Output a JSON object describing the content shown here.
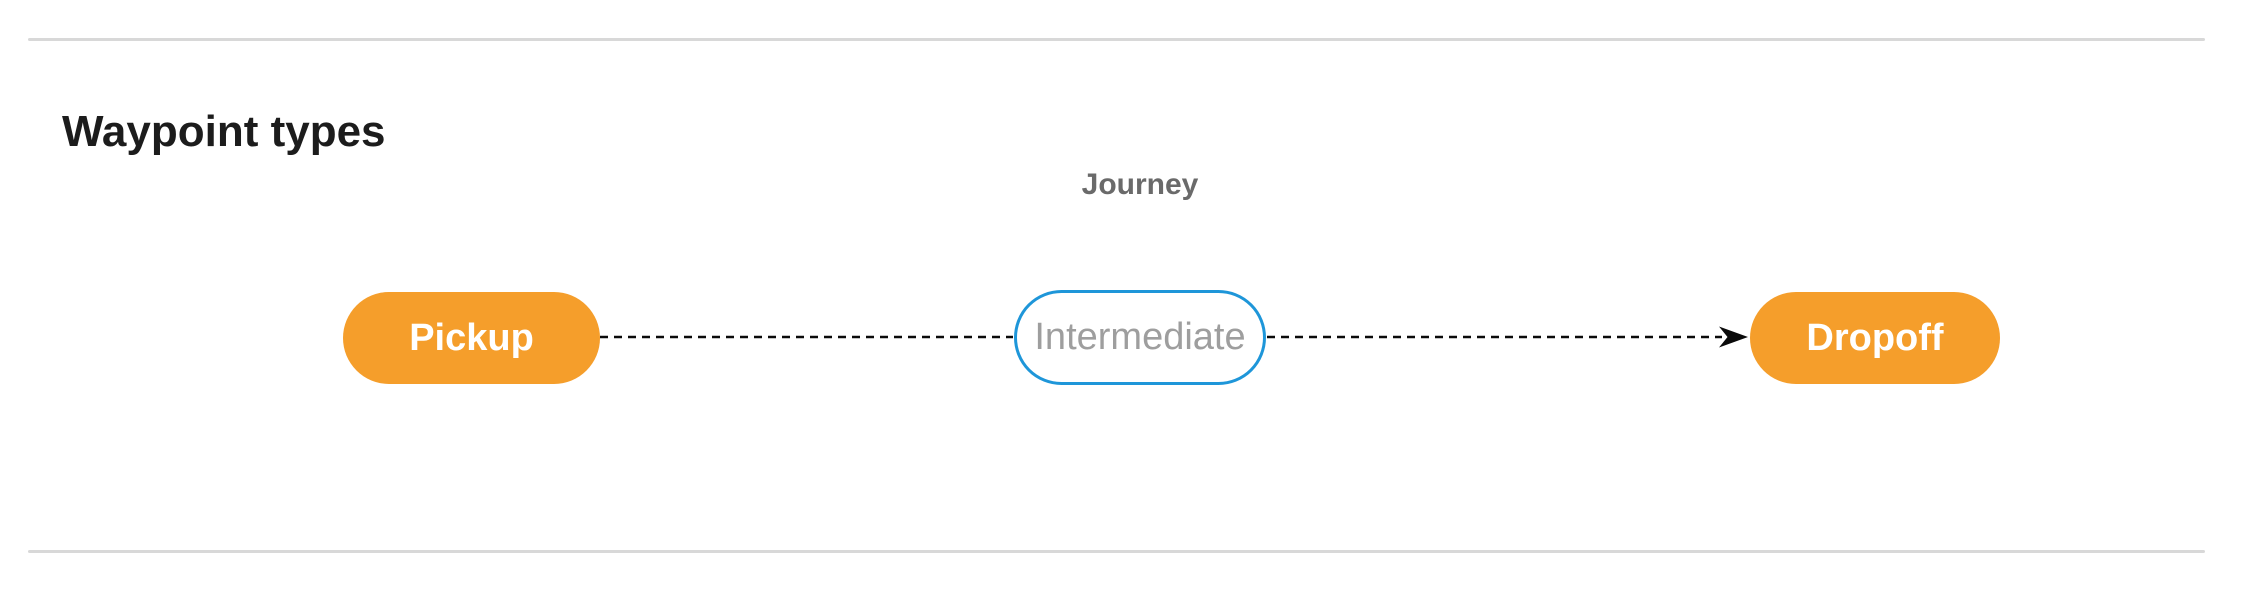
{
  "section": {
    "title": "Waypoint types"
  },
  "diagram": {
    "group_label": "Journey",
    "nodes": [
      {
        "id": "pickup",
        "label": "Pickup",
        "kind": "terminal"
      },
      {
        "id": "intermediate",
        "label": "Intermediate",
        "kind": "intermediate"
      },
      {
        "id": "dropoff",
        "label": "Dropoff",
        "kind": "terminal"
      }
    ],
    "edges": [
      {
        "from": "pickup",
        "to": "intermediate",
        "style": "dashed",
        "arrowhead": false
      },
      {
        "from": "intermediate",
        "to": "dropoff",
        "style": "dashed",
        "arrowhead": true
      }
    ],
    "colors": {
      "terminal_fill": "#F59E2B",
      "terminal_text": "#FFFFFF",
      "intermediate_border": "#1E96D9",
      "intermediate_text": "#9E9E9E",
      "connector": "#0A0A0A",
      "group_label_text": "#6A6A6A",
      "title_text": "#1C1C1C",
      "divider": "#D8D8D8",
      "background": "#FFFFFF"
    }
  }
}
